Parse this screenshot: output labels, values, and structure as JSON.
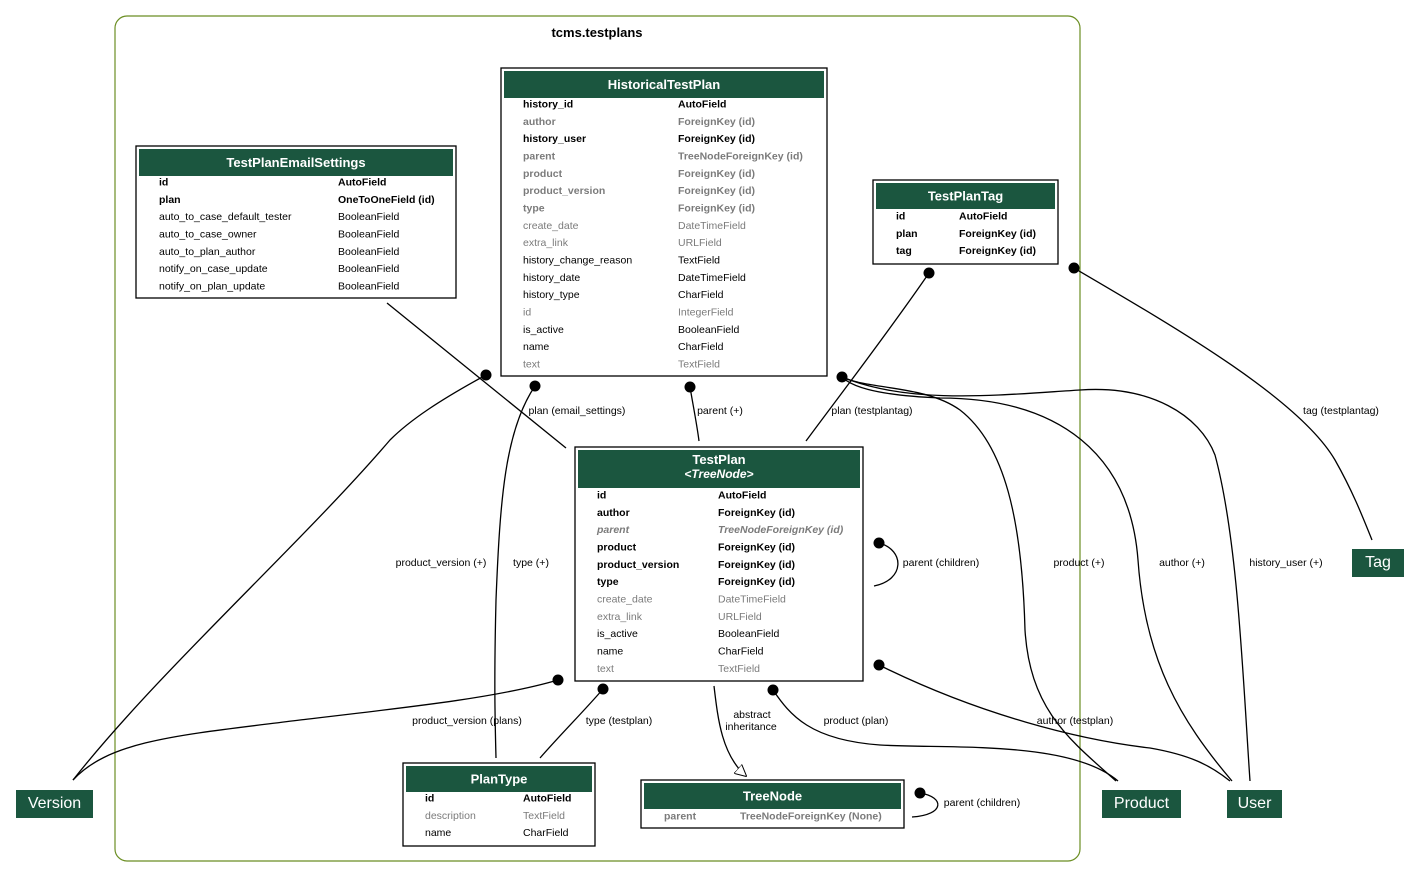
{
  "cluster": {
    "title": "tcms.testplans",
    "border_color": "#6b8e23"
  },
  "colors": {
    "header": "#1b563f",
    "header_text": "#ffffff",
    "inherited_text": "#7b7b7b"
  },
  "models": {
    "historical_test_plan": {
      "title": "HistoricalTestPlan",
      "fields": [
        {
          "name": "history_id",
          "type": "AutoField",
          "key": true,
          "inherited": false
        },
        {
          "name": "author",
          "type": "ForeignKey (id)",
          "key": true,
          "inherited": true
        },
        {
          "name": "history_user",
          "type": "ForeignKey (id)",
          "key": true,
          "inherited": false
        },
        {
          "name": "parent",
          "type": "TreeNodeForeignKey (id)",
          "key": true,
          "inherited": true
        },
        {
          "name": "product",
          "type": "ForeignKey (id)",
          "key": true,
          "inherited": true
        },
        {
          "name": "product_version",
          "type": "ForeignKey (id)",
          "key": true,
          "inherited": true
        },
        {
          "name": "type",
          "type": "ForeignKey (id)",
          "key": true,
          "inherited": true
        },
        {
          "name": "create_date",
          "type": "DateTimeField",
          "key": false,
          "inherited": true
        },
        {
          "name": "extra_link",
          "type": "URLField",
          "key": false,
          "inherited": true
        },
        {
          "name": "history_change_reason",
          "type": "TextField",
          "key": false,
          "inherited": false
        },
        {
          "name": "history_date",
          "type": "DateTimeField",
          "key": false,
          "inherited": false
        },
        {
          "name": "history_type",
          "type": "CharField",
          "key": false,
          "inherited": false
        },
        {
          "name": "id",
          "type": "IntegerField",
          "key": false,
          "inherited": true
        },
        {
          "name": "is_active",
          "type": "BooleanField",
          "key": false,
          "inherited": false
        },
        {
          "name": "name",
          "type": "CharField",
          "key": false,
          "inherited": false
        },
        {
          "name": "text",
          "type": "TextField",
          "key": false,
          "inherited": true
        }
      ]
    },
    "test_plan_email_settings": {
      "title": "TestPlanEmailSettings",
      "fields": [
        {
          "name": "id",
          "type": "AutoField",
          "key": true,
          "inherited": false
        },
        {
          "name": "plan",
          "type": "OneToOneField (id)",
          "key": true,
          "inherited": false
        },
        {
          "name": "auto_to_case_default_tester",
          "type": "BooleanField",
          "key": false,
          "inherited": false
        },
        {
          "name": "auto_to_case_owner",
          "type": "BooleanField",
          "key": false,
          "inherited": false
        },
        {
          "name": "auto_to_plan_author",
          "type": "BooleanField",
          "key": false,
          "inherited": false
        },
        {
          "name": "notify_on_case_update",
          "type": "BooleanField",
          "key": false,
          "inherited": false
        },
        {
          "name": "notify_on_plan_update",
          "type": "BooleanField",
          "key": false,
          "inherited": false
        }
      ]
    },
    "test_plan_tag": {
      "title": "TestPlanTag",
      "fields": [
        {
          "name": "id",
          "type": "AutoField",
          "key": true,
          "inherited": false
        },
        {
          "name": "plan",
          "type": "ForeignKey (id)",
          "key": true,
          "inherited": false
        },
        {
          "name": "tag",
          "type": "ForeignKey (id)",
          "key": true,
          "inherited": false
        }
      ]
    },
    "test_plan": {
      "title": "TestPlan",
      "subtitle": "<TreeNode>",
      "fields": [
        {
          "name": "id",
          "type": "AutoField",
          "key": true,
          "inherited": false
        },
        {
          "name": "author",
          "type": "ForeignKey (id)",
          "key": true,
          "inherited": false
        },
        {
          "name": "parent",
          "type": "TreeNodeForeignKey (id)",
          "key": true,
          "inherited": true,
          "abstract": true
        },
        {
          "name": "product",
          "type": "ForeignKey (id)",
          "key": true,
          "inherited": false
        },
        {
          "name": "product_version",
          "type": "ForeignKey (id)",
          "key": true,
          "inherited": false
        },
        {
          "name": "type",
          "type": "ForeignKey (id)",
          "key": true,
          "inherited": false
        },
        {
          "name": "create_date",
          "type": "DateTimeField",
          "key": false,
          "inherited": true
        },
        {
          "name": "extra_link",
          "type": "URLField",
          "key": false,
          "inherited": true
        },
        {
          "name": "is_active",
          "type": "BooleanField",
          "key": false,
          "inherited": false
        },
        {
          "name": "name",
          "type": "CharField",
          "key": false,
          "inherited": false
        },
        {
          "name": "text",
          "type": "TextField",
          "key": false,
          "inherited": true
        }
      ]
    },
    "plan_type": {
      "title": "PlanType",
      "fields": [
        {
          "name": "id",
          "type": "AutoField",
          "key": true,
          "inherited": false
        },
        {
          "name": "description",
          "type": "TextField",
          "key": false,
          "inherited": true
        },
        {
          "name": "name",
          "type": "CharField",
          "key": false,
          "inherited": false
        }
      ]
    },
    "tree_node": {
      "title": "TreeNode",
      "fields": [
        {
          "name": "parent",
          "type": "TreeNodeForeignKey (None)",
          "key": true,
          "inherited": true
        }
      ]
    }
  },
  "external": {
    "version": "Version",
    "product": "Product",
    "user": "User",
    "tag": "Tag"
  },
  "edge_labels": {
    "plan_email_settings": "plan (email_settings)",
    "parent_plus": "parent (+)",
    "plan_testplantag": "plan (testplantag)",
    "tag_testplantag": "tag (testplantag)",
    "product_version_plus": "product_version (+)",
    "type_plus": "type (+)",
    "parent_children_testplan": "parent (children)",
    "product_plus": "product (+)",
    "author_plus": "author (+)",
    "history_user_plus": "history_user (+)",
    "product_version_plans": "product_version (plans)",
    "type_testplan": "type (testplan)",
    "abstract_1": "abstract",
    "abstract_2": "inheritance",
    "product_plan": "product (plan)",
    "author_testplan": "author (testplan)",
    "parent_children_treenode": "parent (children)"
  }
}
